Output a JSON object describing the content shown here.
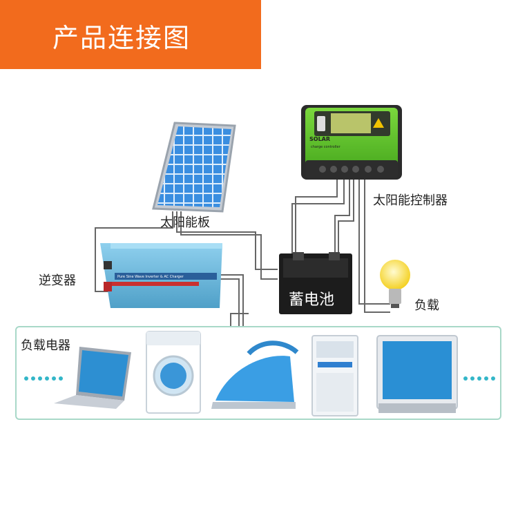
{
  "banner": {
    "title": "产品连接图",
    "color": "#f26b1d"
  },
  "labels": {
    "solar_panel": "太阳能板",
    "controller": "太阳能控制器",
    "inverter": "逆变器",
    "battery": "蓄电池",
    "load": "负载",
    "appliances": "负载电器"
  },
  "controller_panel": {
    "brand": "SOLAR",
    "subtitle": "charge controller"
  },
  "inverter_panel": {
    "model_text": "Pure Sine Wave Inverter & AC Charger"
  },
  "appliance_icons": [
    "laptop-icon",
    "washing-machine-icon",
    "iron-icon",
    "air-conditioner-icon",
    "television-icon"
  ],
  "colors": {
    "controller_green": "#5cc12a",
    "inverter_blue": "#67b2d8",
    "panel_blue": "#2f7fd0",
    "wire": "#666666",
    "frame": "#a8d8c8"
  }
}
